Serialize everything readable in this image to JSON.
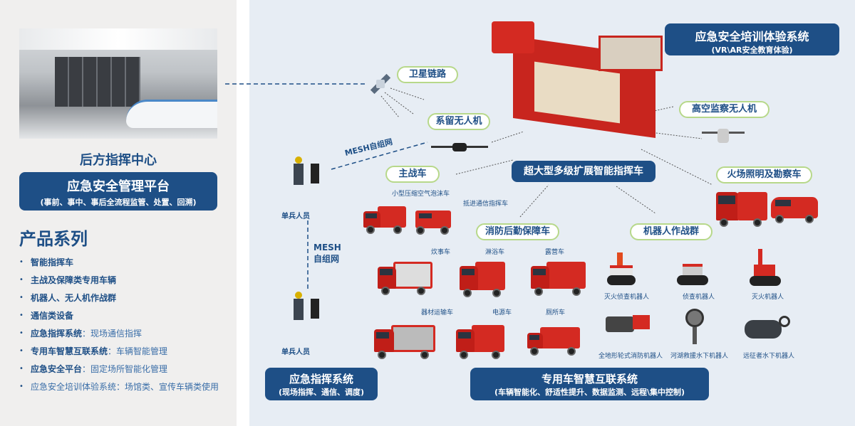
{
  "left": {
    "rear_command_title": "后方指挥中心",
    "platform": {
      "title": "应急安全管理平台",
      "subtitle": "(事前、事中、事后全流程监管、处置、回溯)"
    },
    "series_title": "产品系列",
    "items": [
      {
        "bold": "智能指挥车",
        "rest": ""
      },
      {
        "bold": "主战及保障类专用车辆",
        "rest": ""
      },
      {
        "bold": "机器人、无人机作战群",
        "rest": ""
      },
      {
        "bold": "通信类设备",
        "rest": ""
      },
      {
        "bold": "应急指挥系统",
        "rest": "：现场通信指挥"
      },
      {
        "bold": "专用车智慧互联系统",
        "rest": "：车辆智能管理"
      },
      {
        "bold": "应急安全平台",
        "rest": "：固定场所智能化管理"
      },
      {
        "bold": "",
        "rest": "应急安全培训体验系统：场馆类、宣传车辆类使用"
      }
    ]
  },
  "diagram": {
    "training": {
      "title": "应急安全培训体验系统",
      "subtitle": "(VR\\AR安全教育体验)"
    },
    "satellite": "卫星链路",
    "tethered_drone": "系留无人机",
    "high_drone": "高空监察无人机",
    "mesh1": "MESH自组网",
    "mesh2_line1": "MESH",
    "mesh2_line2": "自组网",
    "soldier1": "单兵人员",
    "soldier2": "单兵人员",
    "main_vehicle": "主战车",
    "command_vehicle": "超大型多级扩展智能指挥车",
    "lighting_vehicle": "火场照明及勘察车",
    "logistics": "消防后勤保障车",
    "robots": "机器人作战群",
    "vehicles": {
      "foam": "小型压缩空气泡沫车",
      "comm": "抵进通信指挥车",
      "kitchen": "炊事车",
      "shower": "淋浴车",
      "camp": "露营车",
      "equipment": "器材运输车",
      "power": "电源车",
      "toilet": "厕所车"
    },
    "robot_labels": [
      "灭火侦查机器人",
      "侦查机器人",
      "灭火机器人",
      "全地形轮式消防机器人",
      "河湖救援水下机器人",
      "远征者水下机器人"
    ],
    "command_system": {
      "title": "应急指挥系统",
      "subtitle": "(现场指挥、通信、调度)"
    },
    "smart_system": {
      "title": "专用车智慧互联系统",
      "subtitle": "(车辆智能化、舒适性提升、数据监测、远程\\集中控制)"
    }
  },
  "colors": {
    "brand": "#1e4f86",
    "pill_border": "#b7d88a",
    "vehicle_red": "#d42a22"
  }
}
